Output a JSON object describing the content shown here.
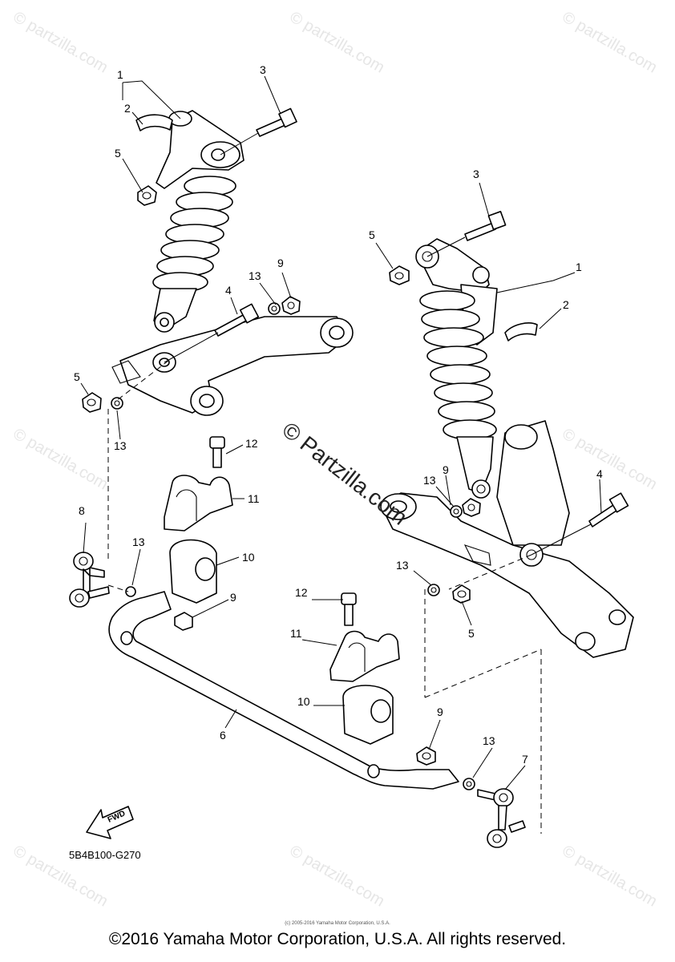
{
  "watermark": {
    "text": "© partzilla.com",
    "center_text": "© Partzilla.com"
  },
  "callouts": {
    "c1a": "1",
    "c2a": "2",
    "c3a": "3",
    "c5a": "5",
    "c13a": "13",
    "c9a": "9",
    "c4a": "4",
    "c5b": "5",
    "c13b": "13",
    "c12a": "12",
    "c11a": "11",
    "c8": "8",
    "c13c": "13",
    "c10a": "10",
    "c9b": "9",
    "c6": "6",
    "c3b": "3",
    "c5c": "5",
    "c1b": "1",
    "c2b": "2",
    "c9c": "9",
    "c13d": "13",
    "c4b": "4",
    "c13e": "13",
    "c5d": "5",
    "c12b": "12",
    "c11b": "11",
    "c10b": "10",
    "c9d": "9",
    "c13f": "13",
    "c7": "7"
  },
  "fwd_label": "FWD",
  "diagram_code": "5B4B100-G270",
  "small_copyright": "(c) 2005-2016 Yamaha Motor Corporation, U.S.A.",
  "copyright": "©2016 Yamaha Motor Corporation, U.S.A. All rights reserved."
}
